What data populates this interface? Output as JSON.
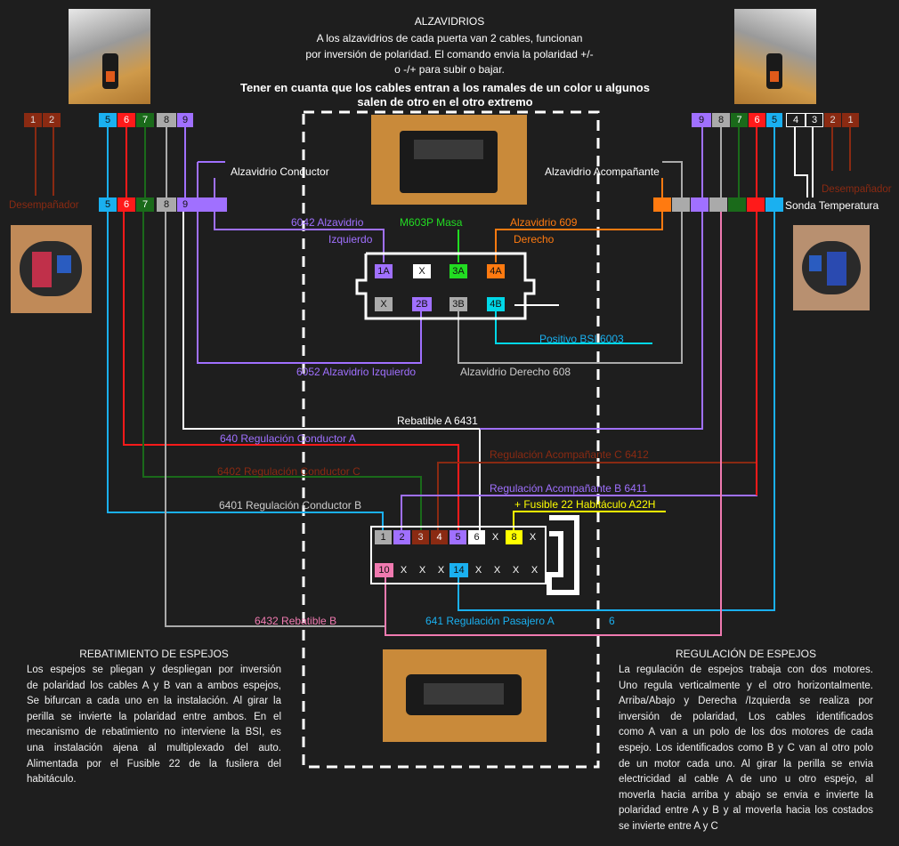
{
  "header": {
    "title": "ALZAVIDRIOS",
    "lines": [
      "A los  alzavidrios  de cada puerta van 2 cables, funcionan",
      "por inversión de polaridad. El comando envia la polaridad +/-",
      "o -/+ para subir o bajar."
    ],
    "note_line1": "Tener en cuanta que los cables entran a los ramales de un color u algunos",
    "note_line2": "salen de otro en el otro extremo"
  },
  "left_connector": {
    "top_pins": [
      "1",
      "2",
      "5",
      "6",
      "7",
      "8",
      "9"
    ],
    "lower_pins": [
      "5",
      "6",
      "7",
      "8",
      "9"
    ],
    "defroster_label": "Desempañador",
    "window_label": "Alzavidrio Conductor"
  },
  "right_connector": {
    "top_pins": [
      "9",
      "8",
      "7",
      "6",
      "5",
      "4",
      "3",
      "2",
      "1"
    ],
    "defroster_label": "Desempañador",
    "window_label": "Alzavidrio Acompañante",
    "sensor_label": "Sonda Temperatura"
  },
  "window_switch": {
    "top_pins": [
      "1A",
      "X",
      "3A",
      "4A"
    ],
    "bottom_pins": [
      "X",
      "2B",
      "3B",
      "4B"
    ],
    "labels": {
      "left_1a": "6042   Alzavidrio",
      "left_1a_2": "Izquierdo",
      "ground": "M603P Masa",
      "right_4a": "Alzavidrio  609",
      "right_4a_2": "Derecho",
      "positive": "Positivo      BSI   6003",
      "left_2b": "6052 Alzavidrio Izquierdo",
      "right_3b": "Alzavidrio Derecho 608"
    }
  },
  "mirror_connector": {
    "top_pins": [
      "1",
      "2",
      "3",
      "4",
      "5",
      "6",
      "X",
      "8",
      "X"
    ],
    "bottom_pins": [
      "10",
      "X",
      "X",
      "X",
      "14",
      "X",
      "X",
      "X",
      "X"
    ]
  },
  "wire_labels": {
    "rebatible_a": "Rebatible A          6431",
    "reg_cond_a": "640   Regulación Conductor A",
    "reg_acomp_c": "Regulación Acompañante C      6412",
    "reg_cond_c": "6402   Regulación Conductor C",
    "reg_acomp_b": "Regulación Acompañante B       6411",
    "fusible": "+ Fusible 22 Habitáculo    A22H",
    "reg_cond_b": "6401   Regulación Conductor B",
    "rebatible_b": "6432   Rebatible B",
    "reg_pasajero_a": "641    Regulación Pasajero A",
    "six": "6"
  },
  "rebatimiento": {
    "title": "REBATIMIENTO DE ESPEJOS",
    "lines": [
      "Los espejos se pliegan y despliegan por inversión",
      "de polaridad los cables A y B van a ambos espejos,",
      "Se bifurcan a cada uno en la instalación. Al girar la",
      "perilla se invierte la polaridad entre ambos. En el",
      "mecanismo de rebatimiento no interviene la BSI, es",
      "una instalación ajena al multiplexado del auto.",
      "Alimentada por el Fusible 22 de la fusilera del",
      "habitáculo."
    ]
  },
  "regulacion": {
    "title": "REGULACIÓN DE ESPEJOS",
    "lines": [
      "La regulación de espejos trabaja con dos motores.",
      "Uno regula verticalmente y el otro horizontalmente.",
      "Arriba/Abajo y Derecha /Izquierda se realiza por",
      "inversión de polaridad, Los cables identificados",
      "como A van a un polo de los dos motores de cada",
      "espejo. Los identificados como B y C van al otro polo",
      "de un motor cada uno. Al girar la perilla se envia",
      "electricidad al cable A de uno u otro espejo, al",
      "moverla hacia arriba y abajo se envia e invierte la",
      "polaridad entre A y B y al moverla hacia los costados",
      "se invierte entre A y C"
    ]
  },
  "colors": {
    "background": "#1e1e1e",
    "purple": "#a070ff",
    "red": "#ff1a1a",
    "dark_red": "#8a2a12",
    "green": "#1a6a1a",
    "bright_green": "#22dd22",
    "gray": "#aaaaaa",
    "cyan": "#1ab0f0",
    "teal": "#00d8e8",
    "orange": "#ff7a10",
    "pink": "#f07ab0",
    "yellow": "#ffff00",
    "white": "#ffffff"
  }
}
